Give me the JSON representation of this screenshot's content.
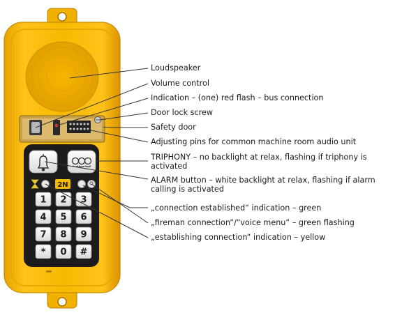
{
  "brand_logo": "2N",
  "keypad": {
    "keys": [
      "1",
      "2",
      "3",
      "4",
      "5",
      "6",
      "7",
      "8",
      "9",
      "*",
      "0",
      "#"
    ]
  },
  "colors": {
    "housing": "#f5b800",
    "housing_dark": "#d99a00",
    "panel": "#1c1c1c",
    "key": "#f4f4f2",
    "led_green": "#58c858",
    "led_yellow": "#f2d23a"
  },
  "icons": [
    "bell-icon",
    "triphony-icon",
    "hourglass-icon"
  ],
  "labels": [
    {
      "id": "loudspeaker",
      "text": "Loudspeaker"
    },
    {
      "id": "volume-control",
      "text": "Volume control"
    },
    {
      "id": "indication-red-flash",
      "text": "Indication – (one) red flash – bus connection"
    },
    {
      "id": "door-lock-screw",
      "text": "Door lock screw"
    },
    {
      "id": "safety-door",
      "text": "Safety door"
    },
    {
      "id": "adjusting-pins",
      "text": "Adjusting pins for common machine room audio unit"
    },
    {
      "id": "triphony",
      "text": "TRIPHONY – no backlight at relax, flashing if triphony is activated"
    },
    {
      "id": "alarm-button",
      "text": "ALARM button – white backlight at relax, flashing if alarm calling is activated"
    },
    {
      "id": "connection-established",
      "text": "„connection established“ indication – green"
    },
    {
      "id": "fireman-connection",
      "text": "„fireman connection“/“voice menu“ – green flashing"
    },
    {
      "id": "establishing-connection",
      "text": "„establishing connection“ indication – yellow"
    }
  ]
}
